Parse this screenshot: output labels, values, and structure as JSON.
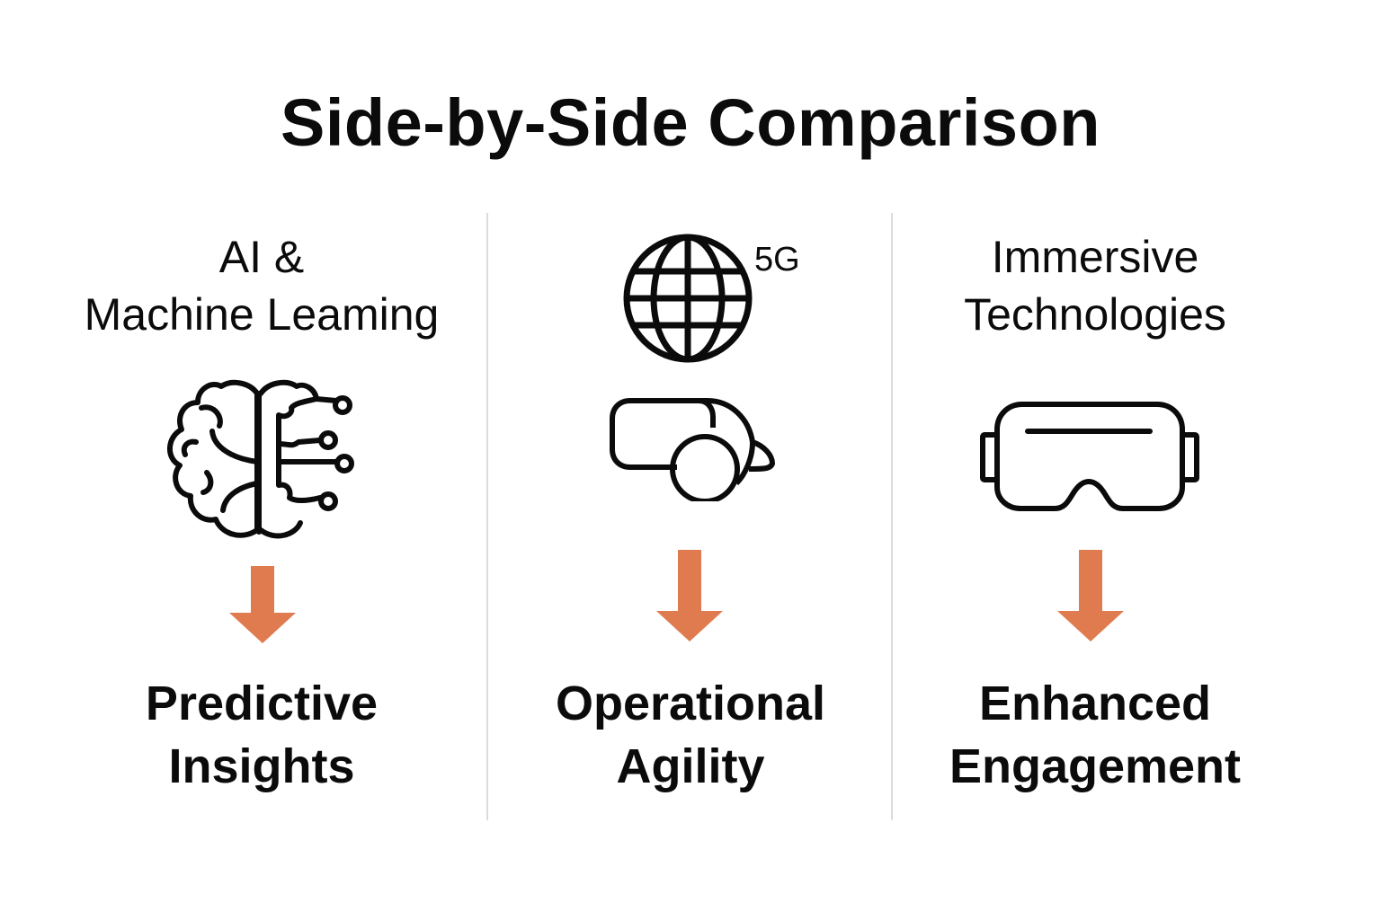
{
  "title": "Side-by-Side Comparison",
  "colors": {
    "arrow": "#E07B4F",
    "text": "#0B0B0B",
    "divider": "#DCDCDC",
    "background": "#FFFFFF"
  },
  "columns": [
    {
      "heading_line1": "AI &",
      "heading_line2": "Machine Leaming",
      "icon": "brain-circuit-icon",
      "arrow": "arrow-down-icon",
      "result_line1": "Predictive",
      "result_line2": "Insights"
    },
    {
      "badge": "5G",
      "icon_top": "globe-icon",
      "icon": "vr-headset-side-icon",
      "arrow": "arrow-down-icon",
      "result_line1": "Operational",
      "result_line2": "Agility"
    },
    {
      "heading_line1": "Immersive",
      "heading_line2": "Technologies",
      "icon": "vr-goggles-icon",
      "arrow": "arrow-down-icon",
      "result_line1": "Enhanced",
      "result_line2": "Engagement"
    }
  ]
}
